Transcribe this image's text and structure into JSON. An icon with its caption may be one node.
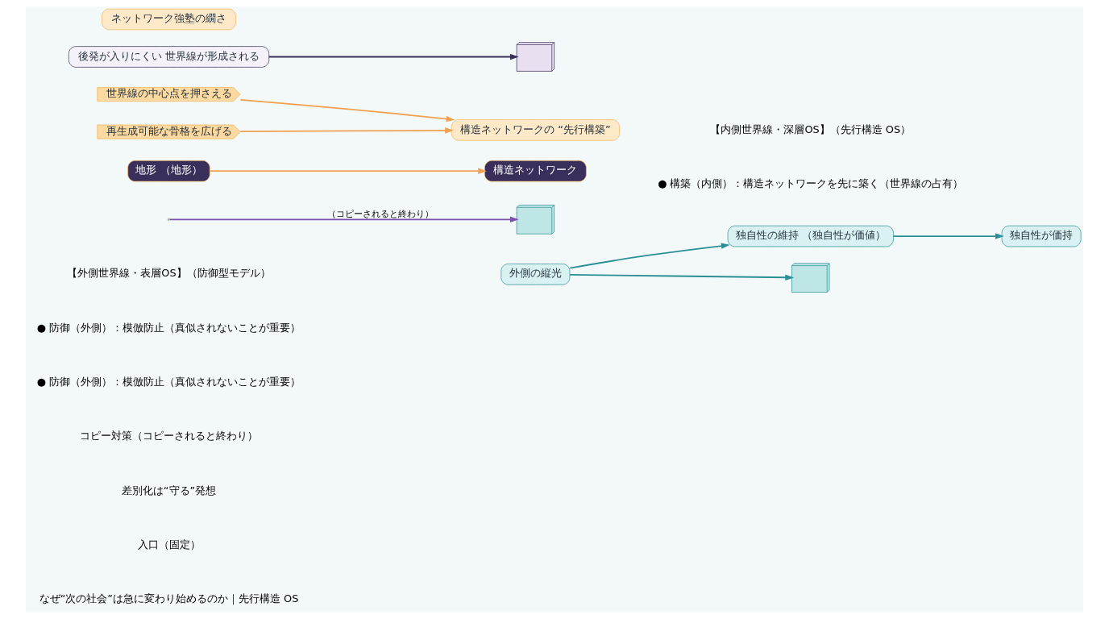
{
  "diagram": {
    "nodes": [
      {
        "text": [
          "外側の縦光"
        ]
      },
      {
        "text": [
          "独自性の維持 （独自性が価値）"
        ]
      },
      {
        "text": [
          "独自性が価持"
        ]
      },
      {
        "text": [],
        "shape": "picture"
      },
      {
        "text": [],
        "shape": "picture"
      },
      {
        "text": [
          "構造ネットワーク"
        ]
      },
      {
        "text": [
          "地形 （地形）"
        ]
      },
      {
        "text": [
          "世界線の中心点を押さえる"
        ]
      },
      {
        "text": [
          "再生成可能な骨格を広げる"
        ]
      },
      {
        "text": [
          "構造ネットワークの “先行構築”"
        ]
      },
      {
        "text": [],
        "shape": "picture"
      },
      {
        "text": [
          "後発が入りにくい 世界線が形成される"
        ]
      },
      {
        "text": [
          "ネットワーク強塾の繝さ"
        ]
      }
    ],
    "edges": [
      {
        "from": 0,
        "to": 1,
        "arrow": "to"
      },
      {
        "from": 1,
        "to": 2,
        "arrow": "to"
      },
      {
        "from": 0,
        "to": 4,
        "arrow": "to"
      },
      {
        "from": null,
        "to": 3,
        "arrow": "to",
        "label": "（コピーされると終わり）",
        "color": "#7b4fb0"
      },
      {
        "from": 6,
        "to": 5,
        "arrow": "to",
        "color": "#f0a050"
      },
      {
        "from": 7,
        "to": 9,
        "arrow": "to",
        "color": "#f0a050"
      },
      {
        "from": 8,
        "to": 9,
        "arrow": "to",
        "color": "#f0a050"
      },
      {
        "from": 11,
        "to": 10,
        "arrow": "to",
        "color": "#3a2f5a"
      }
    ],
    "labels": [
      "【外側世界線・表層OS】（防御型モデル）",
      "【内側世界線・深層OS】（先行構造 OS）",
      "● 防御（外側）：模倣防止（真似されないことが重要）",
      "● 構築（内側）：構造ネットワークを先に築く（世界線の占有）",
      "● 防御（外側）：模倣防止（真似されないことが重要）",
      "コピー対策（コピーされると終わり）",
      "差別化は“守る”発想",
      "入口（固定）",
      "なぜ“次の社会”は急に変わり始めるのか｜先行構造 OS"
    ]
  }
}
